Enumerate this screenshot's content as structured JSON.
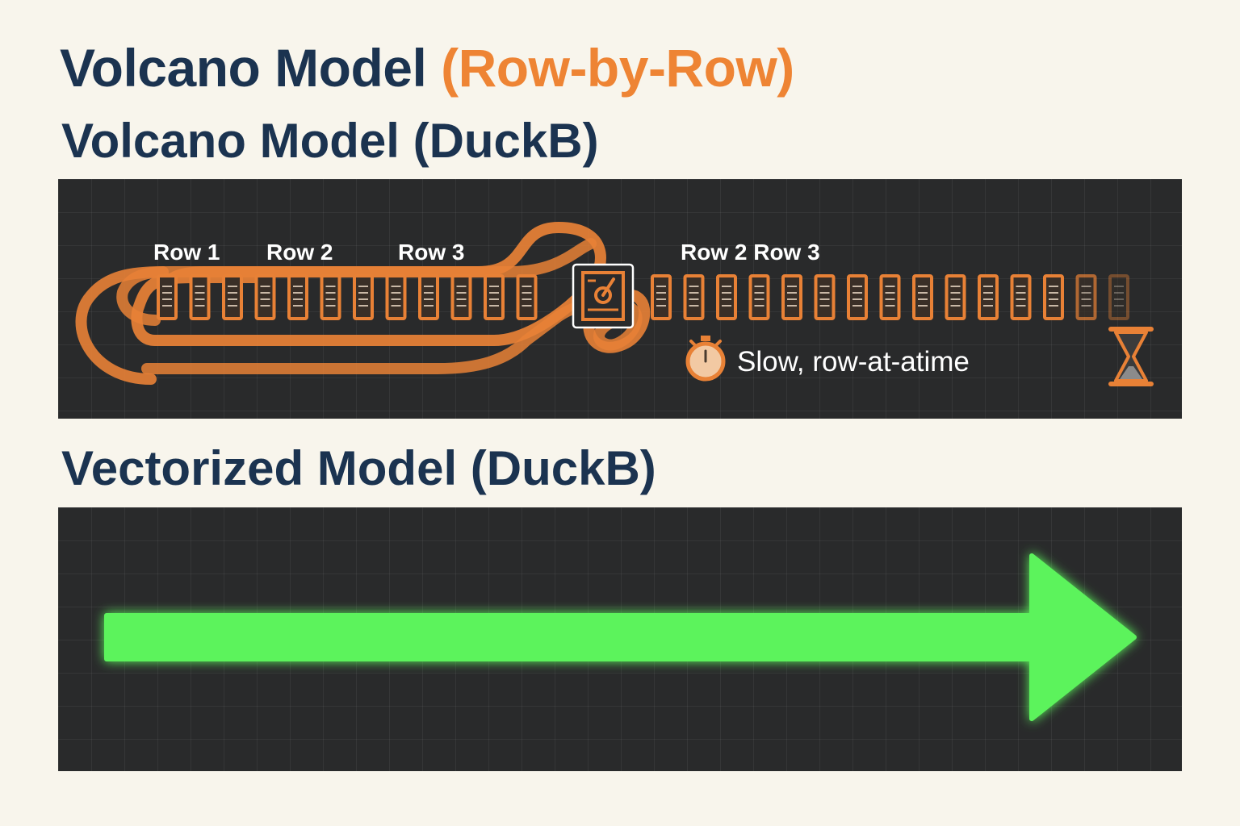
{
  "header": {
    "title_main": "Volcano Model",
    "title_accent": "(Row-by-Row)",
    "subtitle_volcano": "Volcano Model (DuckB)",
    "subtitle_vectorized": "Vectorized Model (DuckB)"
  },
  "volcano_panel": {
    "row_labels": [
      "Row 1",
      "Row 2",
      "Row 3",
      "Row 2 Row 3"
    ],
    "caption": "Slow, row-at-atime",
    "icons": [
      "stopwatch-icon",
      "hourglass-icon",
      "operator-icon"
    ]
  },
  "vector_panel": {
    "icons": [
      "arrow-right-icon"
    ]
  },
  "colors": {
    "background": "#f8f5ec",
    "navy": "#1b3350",
    "orange": "#ee8434",
    "green": "#5cf35c",
    "panel": "#292a2b"
  }
}
